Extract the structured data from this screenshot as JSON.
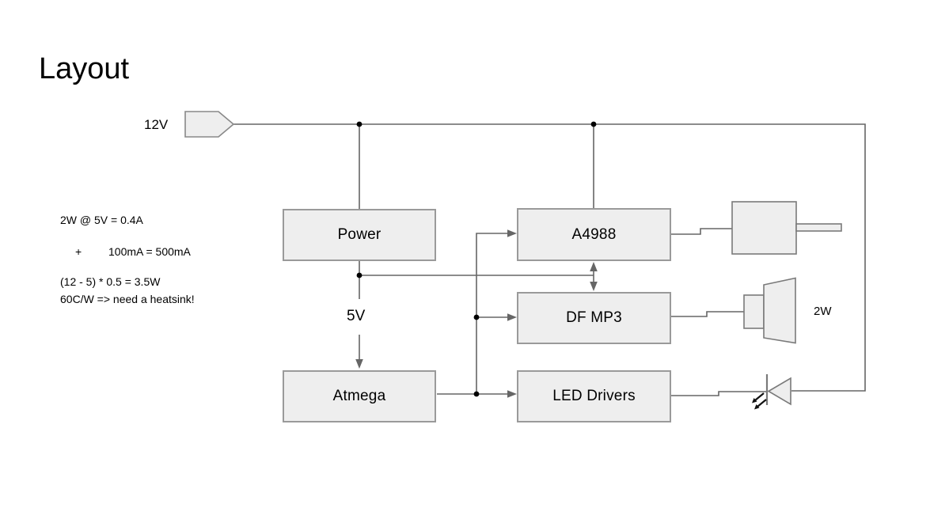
{
  "title": "Layout",
  "nodes": {
    "power": "Power",
    "a4988": "A4988",
    "dfmp3": "DF MP3",
    "led_drivers": "LED Drivers",
    "atmega": "Atmega"
  },
  "net_labels": {
    "rail_12v": "12V",
    "rail_5v": "5V",
    "speaker_power": "2W"
  },
  "annotations": {
    "line1": "2W @ 5V = 0.4A",
    "plus": "+",
    "line2": "100mA = 500mA",
    "line3": "(12 - 5) * 0.5 = 3.5W",
    "line4": "60C/W => need a heatsink!"
  },
  "symbols": [
    "12v-supply-tag",
    "stepper-motor",
    "speaker",
    "led"
  ],
  "colors": {
    "background": "#ffffff",
    "wire": "#666666",
    "box_fill": "#eeeeee",
    "box_border": "#9a9a9a",
    "symbol_border": "#7a7a7a",
    "junction_dot": "#000000",
    "text": "#000000"
  }
}
